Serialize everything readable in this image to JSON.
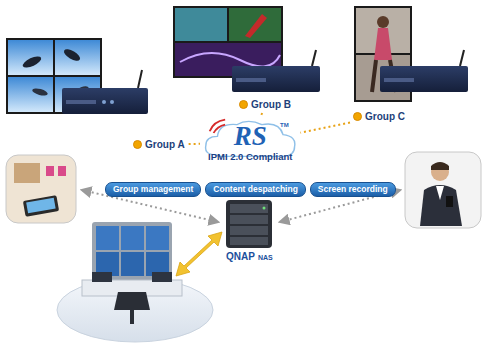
{
  "diagram": {
    "nodes": [
      {
        "text": [
          "Group A"
        ]
      },
      {
        "text": [
          "Group B"
        ]
      },
      {
        "text": [
          "Group C"
        ]
      },
      {
        "text": [
          "RS",
          "IPMI 2.0 Compliant"
        ]
      },
      {
        "text": [
          "Group management"
        ]
      },
      {
        "text": [
          "Content despatching"
        ]
      },
      {
        "text": [
          "Screen recording"
        ]
      }
    ],
    "edges": [
      {
        "from": 0,
        "to": 3,
        "arrow": "none"
      },
      {
        "from": 1,
        "to": 3,
        "arrow": "none"
      },
      {
        "from": 2,
        "to": 3,
        "arrow": "none"
      }
    ],
    "labels": [
      "TM",
      "QNAP",
      "NAS"
    ]
  }
}
